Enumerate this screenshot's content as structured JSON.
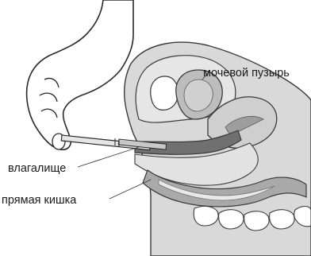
{
  "labels": {
    "bladder": "мочевой пузырь",
    "vagina": "влагалище",
    "rectum": "прямая кишка"
  },
  "colors": {
    "line": "#3a3a3a",
    "skin": "#d9d9d9",
    "tissue_light": "#c4c4c4",
    "tissue_mid": "#9e9e9e",
    "tissue_dark": "#6f6f6f",
    "cavity": "#f4f4f4",
    "bone": "#ffffff"
  },
  "icons": {
    "hand": "hand-icon",
    "instrument": "applicator-icon"
  }
}
